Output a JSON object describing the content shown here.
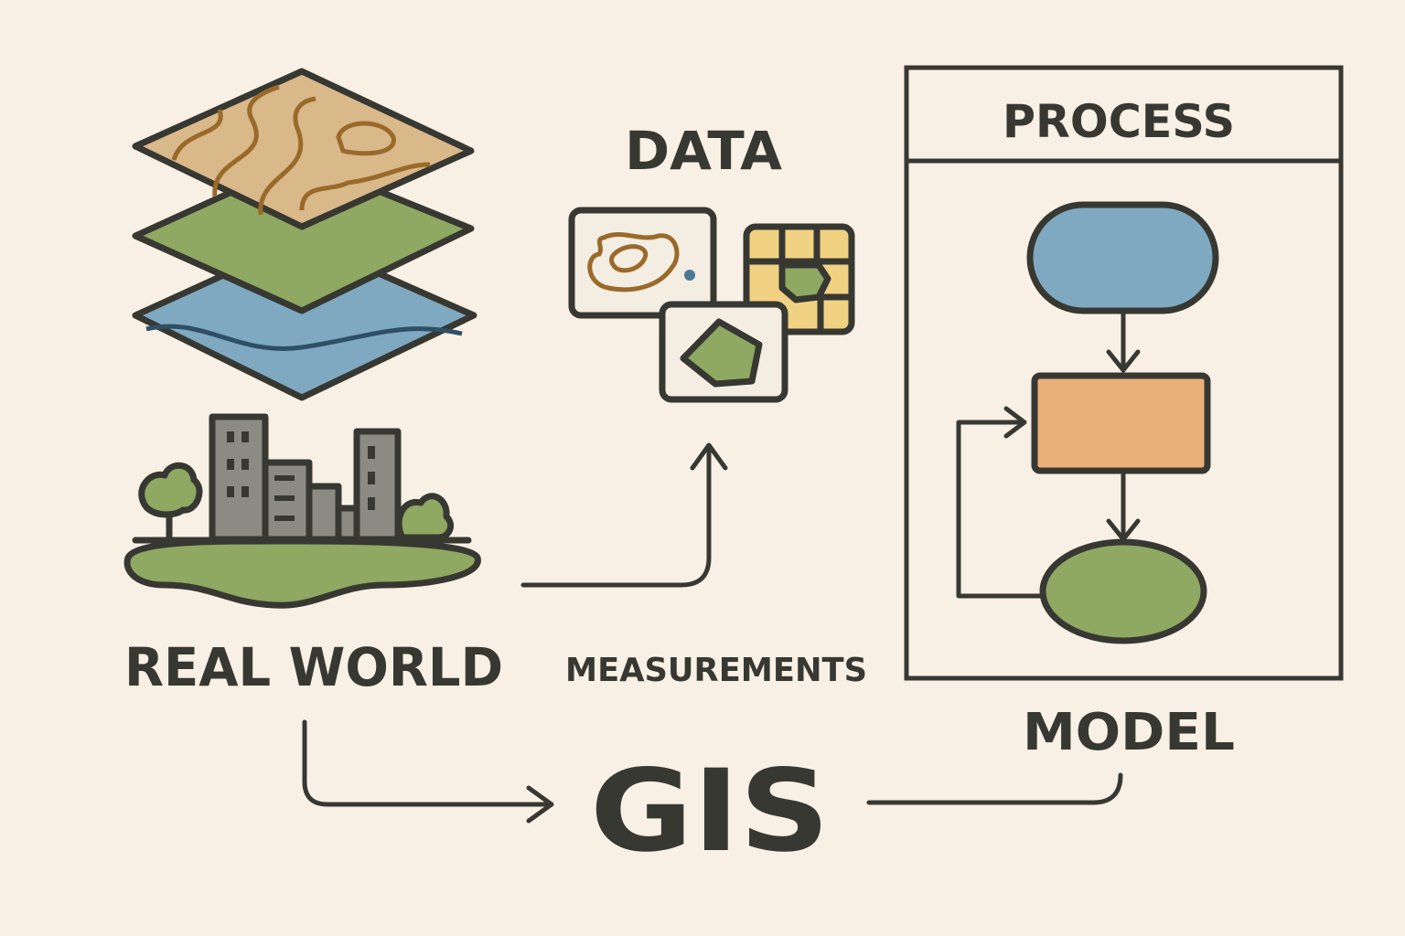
{
  "labels": {
    "data": "DATA",
    "process": "PROCESS",
    "real_world": "REAL WORLD",
    "measurements": "MEASUREMENTS",
    "model": "MODEL",
    "gis": "GIS"
  },
  "colors": {
    "background": "#f8f0e4",
    "stroke": "#383833",
    "terrain": "#d9b88a",
    "contour": "#9a6a2a",
    "green": "#8fa862",
    "water": "#7fa9c0",
    "raster": "#f1d282",
    "process_box": "#eab07a",
    "building": "#8c8b83"
  }
}
